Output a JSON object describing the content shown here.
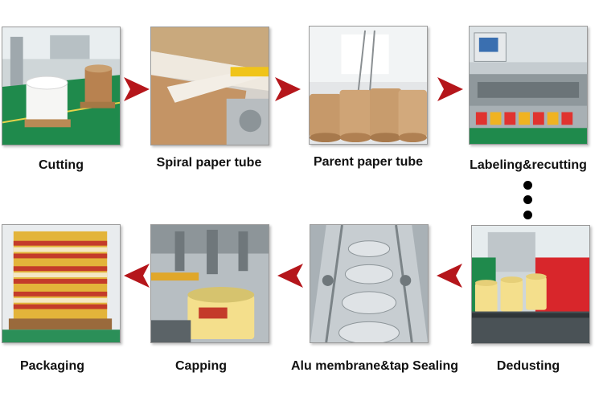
{
  "steps": {
    "cutting": "Cutting",
    "spiral_paper_tube": "Spiral paper tube",
    "parent_paper_tube": "Parent paper tube",
    "labeling_recutting": "Labeling&recutting",
    "dedusting": "Dedusting",
    "alu_membrane_sealing": "Alu membrane&tap Sealing",
    "capping": "Capping",
    "packaging": "Packaging"
  },
  "colors": {
    "arrow_red": "#b5161b",
    "dot": "#000000",
    "factory_green": "#1f8a4c"
  },
  "icons": {
    "flow_arrow": "red-triangle-arrow",
    "continuation": "vertical-dots"
  }
}
